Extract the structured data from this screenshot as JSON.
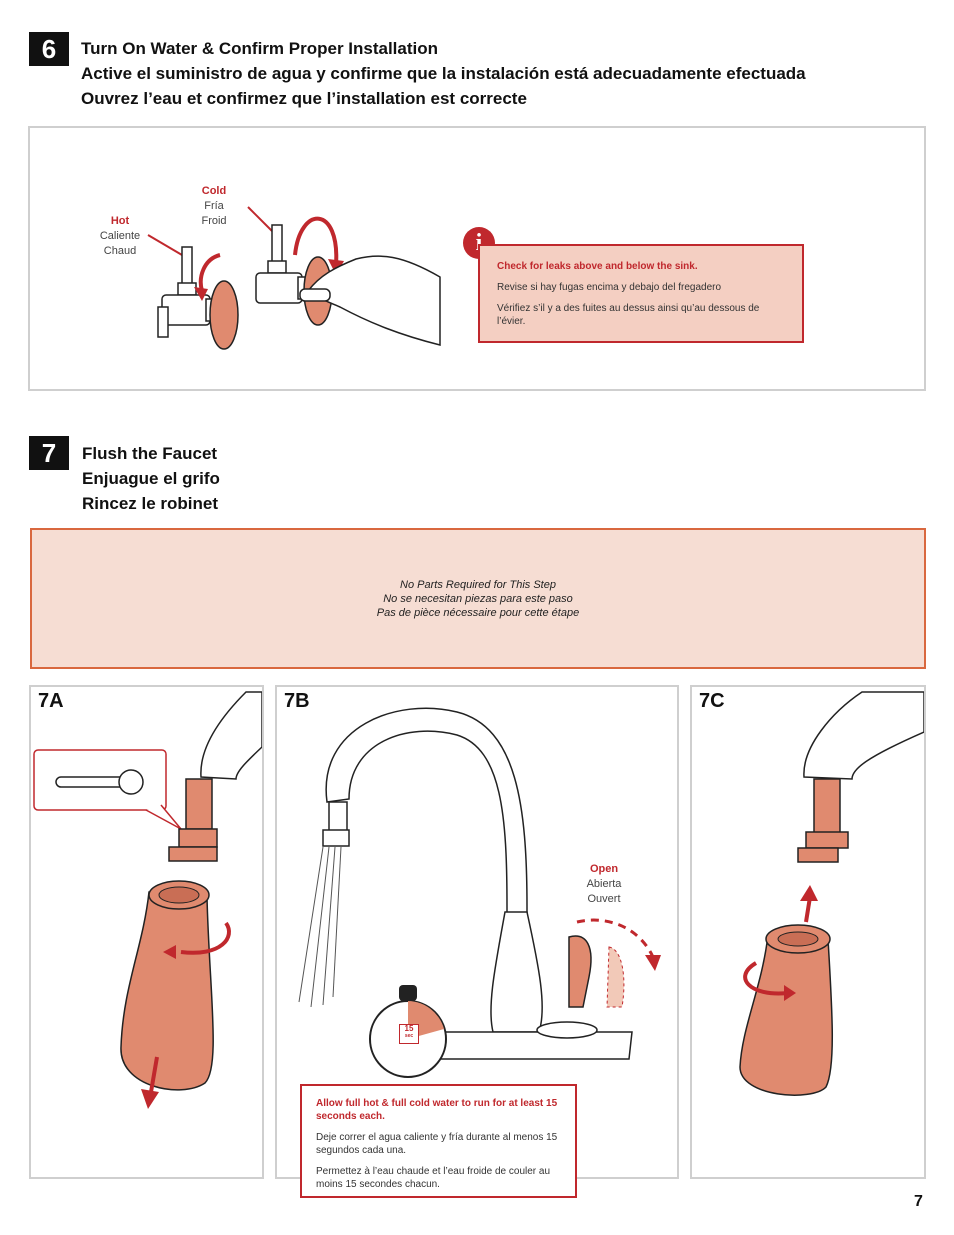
{
  "step6": {
    "number": "6",
    "titles": [
      "Turn On Water & Confirm Proper Installation",
      "Active el suministro de agua y confirme que la instalación está adecuadamente efectuada",
      "Ouvrez l’eau et confirmez que l’installation est correcte"
    ],
    "hot_label": {
      "en": "Hot",
      "es": "Caliente",
      "fr": "Chaud"
    },
    "cold_label": {
      "en": "Cold",
      "es": "Fría",
      "fr": "Froid"
    },
    "info_badge": "i",
    "note": {
      "en": "Check for leaks above and below the sink.",
      "es": "Revise si hay fugas encima y debajo del fregadero",
      "fr": "Vérifiez s’il y a des fuites au dessus ainsi qu’au dessous de l’évier."
    }
  },
  "step7": {
    "number": "7",
    "titles": [
      "Flush the Faucet",
      "Enjuague el grifo",
      "Rincez le robinet"
    ],
    "parts_note": [
      "No Parts Required for This Step",
      "No se necesitan piezas para este paso",
      "Pas de pièce nécessaire pour cette étape"
    ],
    "sub_a": "7A",
    "sub_b": "7B",
    "sub_c": "7C",
    "open_label": {
      "en": "Open",
      "es": "Abierta",
      "fr": "Ouvert"
    },
    "timer": {
      "value": "15",
      "unit": "sec"
    },
    "warning": {
      "en": "Allow full hot & full cold water to run for at least 15 seconds each.",
      "es": "Deje correr el agua caliente y fría durante al menos 15 segundos cada una.",
      "fr": "Permettez à l’eau chaude et l’eau froide de couler au moins 15 secondes chacun."
    }
  },
  "page_number": "7",
  "colors": {
    "accent": "#c0282d",
    "part": "#e08a6f",
    "note_bg": "#f4cfc2",
    "banner_bg": "#f6ddd3"
  }
}
